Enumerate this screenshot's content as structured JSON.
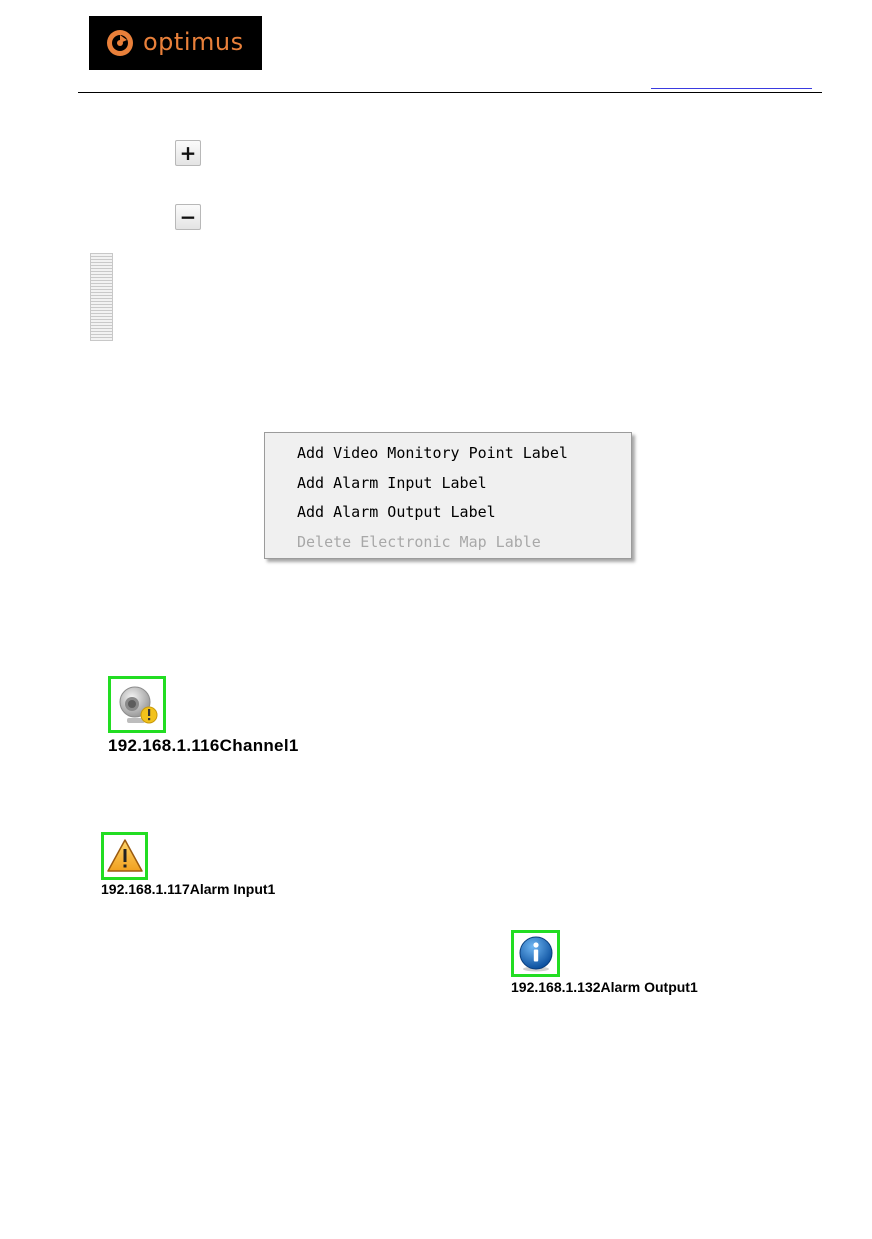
{
  "header": {
    "logo_text": "optimus",
    "brand_color": "#e9803a"
  },
  "map_controls": {
    "zoom_in": {
      "icon": "plus-icon",
      "glyph": "+"
    },
    "zoom_out": {
      "icon": "minus-icon",
      "glyph": "−"
    }
  },
  "context_menu": {
    "items": [
      {
        "label": "Add Video Monitory Point Label",
        "enabled": true
      },
      {
        "label": "Add Alarm Input Label",
        "enabled": true
      },
      {
        "label": "Add Alarm Output Label",
        "enabled": true
      },
      {
        "label": "Delete Electronic Map Lable",
        "enabled": false
      }
    ]
  },
  "map_labels": {
    "channel": {
      "icon": "camera-warning-icon",
      "text": "192.168.1.116Channel1"
    },
    "alarm_input": {
      "icon": "warning-triangle-icon",
      "text": "192.168.1.117Alarm Input1"
    },
    "alarm_output": {
      "icon": "info-icon",
      "text": "192.168.1.132Alarm Output1"
    }
  },
  "colors": {
    "highlight_border": "#22dd22",
    "menu_background": "#f0f0f0",
    "disabled_text": "#a8a8a8"
  }
}
